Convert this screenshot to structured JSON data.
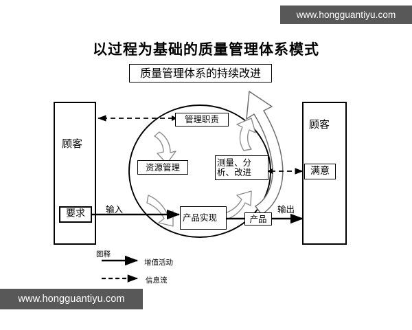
{
  "page": {
    "title": "以过程为基础的质量管理体系模式",
    "subtitle": "质量管理体系的持续改进",
    "background_color": "#ffffff",
    "line_color": "#000000"
  },
  "watermarks": {
    "top_right": "www.hongguantiyu.com",
    "bottom_left": "www.hongguantiyu.com",
    "background_color": "#585858",
    "text_color": "#ffffff"
  },
  "customers": {
    "left": {
      "label": "顾客",
      "item_label": "要求"
    },
    "right": {
      "label": "顾客",
      "item_label": "满意"
    }
  },
  "process_boxes": {
    "management_responsibility": "管理职责",
    "resource_management": "资源管理",
    "measurement_analysis_improvement": "测量、分析、改进",
    "product_realization": "产品\n实现",
    "product_realization_line1": "产品",
    "product_realization_line2": "实现",
    "product": "产品"
  },
  "flow_labels": {
    "input": "输入",
    "output": "输出"
  },
  "legend": {
    "title": "图释",
    "items": [
      {
        "label": "增值活动",
        "style": "solid-arrow"
      },
      {
        "label": "信息流",
        "style": "dashed-arrow"
      }
    ]
  },
  "icons": {
    "cycle_arrow": "curved-arrow-icon",
    "improvement_arrow": "large-curved-up-arrow-icon",
    "product_chevron": "chevron-stack-icon"
  }
}
